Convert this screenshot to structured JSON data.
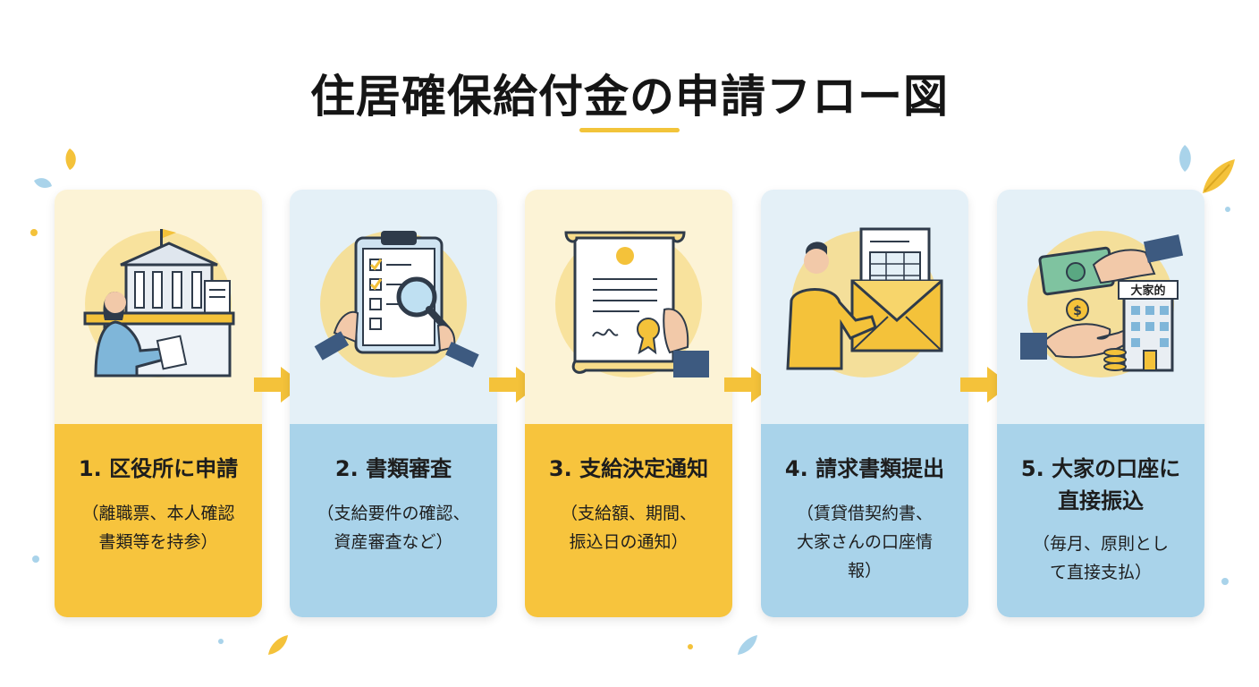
{
  "title": "住居確保給付金の申請フロー図",
  "colors": {
    "accent_yellow": "#f7c43d",
    "accent_blue": "#a9d3ea",
    "arrow": "#f4c23a"
  },
  "steps": [
    {
      "title": "1. 区役所に申請",
      "desc": [
        "（離職票、本人確認",
        "書類等を持参）"
      ],
      "icon": "city-office-icon"
    },
    {
      "title": "2. 書類審査",
      "desc": [
        "（支給要件の確認、",
        "資産審査など）"
      ],
      "icon": "clipboard-magnifier-icon"
    },
    {
      "title": "3. 支給決定通知",
      "desc": [
        "（支給額、期間、",
        "振込日の通知）"
      ],
      "icon": "certificate-icon"
    },
    {
      "title": "4. 請求書類提出",
      "desc": [
        "（賃貸借契約書、",
        "大家さんの口座情",
        "報）"
      ],
      "icon": "envelope-document-icon"
    },
    {
      "title_lines": [
        "5. 大家の口座に",
        "直接振込"
      ],
      "desc": [
        "（毎月、原則とし",
        "て直接支払）"
      ],
      "icon": "money-transfer-icon",
      "building_sign": "大家的"
    }
  ]
}
